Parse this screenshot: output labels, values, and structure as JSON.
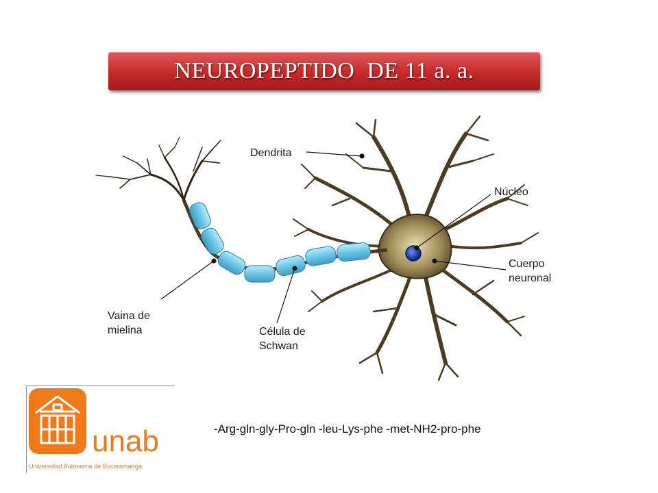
{
  "title": "NEUROPEPTIDO  DE 11 a. a.",
  "labels": {
    "dendrite": "Dendrita",
    "nucleus": "Núcleo",
    "cell_body_line1": "Cuerpo",
    "cell_body_line2": "neuronal",
    "myelin_line1": "Vaina de",
    "myelin_line2": "mielina",
    "schwann_line1": "Célula de",
    "schwann_line2": "Schwan"
  },
  "logo": {
    "brand": "unab",
    "subtitle": "Universidad Autónoma de Bucaramanga",
    "color": "#f07a1a"
  },
  "sequence": "-Arg-gln-gly-Pro-gln -leu-Lys-phe -met-NH2-pro-phe",
  "colors": {
    "title_red": "#c62828",
    "myelin_blue": "#7fd0ec",
    "neuron_brown": "#4a3b22",
    "nucleus_blue": "#1e3fa8"
  }
}
